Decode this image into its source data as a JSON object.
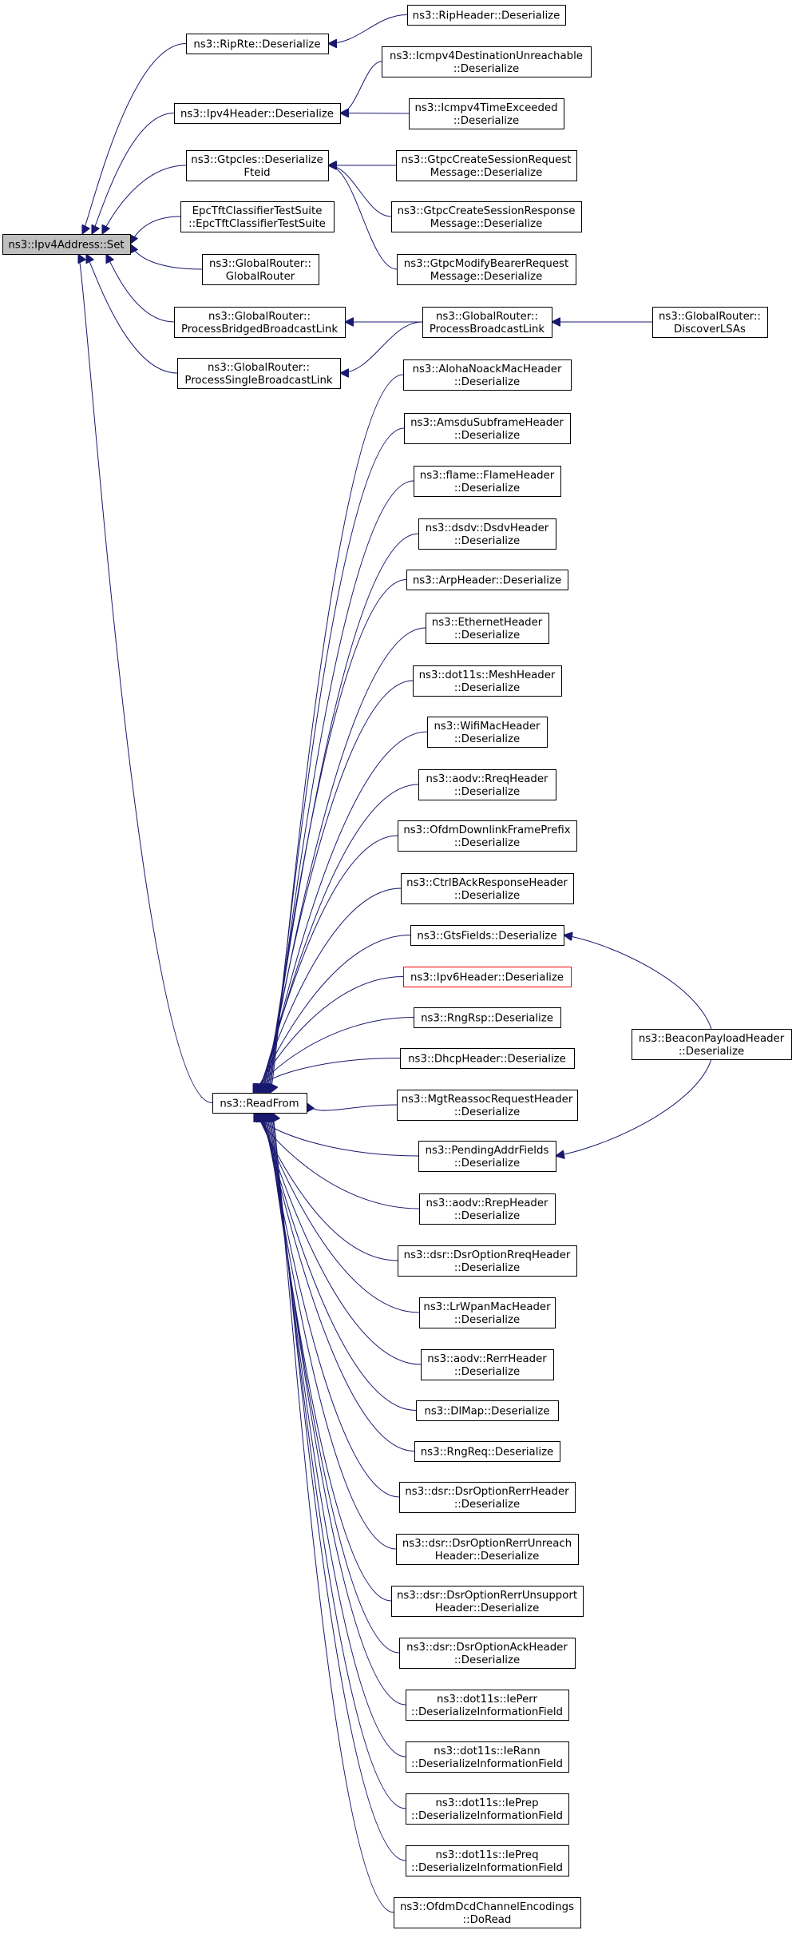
{
  "graph": {
    "title": "",
    "edge_color": "#191970",
    "nodes": {
      "set": [
        "ns3::Ipv4Address::Set"
      ],
      "riprte": [
        "ns3::RipRte::Deserialize"
      ],
      "ripheader": [
        "ns3::RipHeader::Deserialize"
      ],
      "ipv4header": [
        "ns3::Ipv4Header::Deserialize"
      ],
      "icmpdest": [
        "ns3::Icmpv4DestinationUnreachable",
        "::Deserialize"
      ],
      "icmptime": [
        "ns3::Icmpv4TimeExceeded",
        "::Deserialize"
      ],
      "gtpcies": [
        "ns3::GtpcIes::Deserialize",
        "Fteid"
      ],
      "gtpccreatereq": [
        "ns3::GtpcCreateSessionRequest",
        "Message::Deserialize"
      ],
      "gtpccreateresp": [
        "ns3::GtpcCreateSessionResponse",
        "Message::Deserialize"
      ],
      "gtpcmodify": [
        "ns3::GtpcModifyBearerRequest",
        "Message::Deserialize"
      ],
      "epctft": [
        "EpcTftClassifierTestSuite",
        "::EpcTftClassifierTestSuite"
      ],
      "grctor": [
        "ns3::GlobalRouter::",
        "GlobalRouter"
      ],
      "grbridged": [
        "ns3::GlobalRouter::",
        "ProcessBridgedBroadcastLink"
      ],
      "grsingle": [
        "ns3::GlobalRouter::",
        "ProcessSingleBroadcastLink"
      ],
      "grbroadcast": [
        "ns3::GlobalRouter::",
        "ProcessBroadcastLink"
      ],
      "grdiscover": [
        "ns3::GlobalRouter::",
        "DiscoverLSAs"
      ],
      "readfrom": [
        "ns3::ReadFrom"
      ],
      "aloha": [
        "ns3::AlohaNoackMacHeader",
        "::Deserialize"
      ],
      "amsdu": [
        "ns3::AmsduSubframeHeader",
        "::Deserialize"
      ],
      "flame": [
        "ns3::flame::FlameHeader",
        "::Deserialize"
      ],
      "dsdv": [
        "ns3::dsdv::DsdvHeader",
        "::Deserialize"
      ],
      "arp": [
        "ns3::ArpHeader::Deserialize"
      ],
      "ethernet": [
        "ns3::EthernetHeader",
        "::Deserialize"
      ],
      "mesh": [
        "ns3::dot11s::MeshHeader",
        "::Deserialize"
      ],
      "wifimac": [
        "ns3::WifiMacHeader",
        "::Deserialize"
      ],
      "rreq": [
        "ns3::aodv::RreqHeader",
        "::Deserialize"
      ],
      "ofdmdl": [
        "ns3::OfdmDownlinkFramePrefix",
        "::Deserialize"
      ],
      "ctrlback": [
        "ns3::CtrlBAckResponseHeader",
        "::Deserialize"
      ],
      "gts": [
        "ns3::GtsFields::Deserialize"
      ],
      "ipv6": [
        "ns3::Ipv6Header::Deserialize"
      ],
      "rngrsp": [
        "ns3::RngRsp::Deserialize"
      ],
      "dhcp": [
        "ns3::DhcpHeader::Deserialize"
      ],
      "mgtreassoc": [
        "ns3::MgtReassocRequestHeader",
        "::Deserialize"
      ],
      "pending": [
        "ns3::PendingAddrFields",
        "::Deserialize"
      ],
      "beacon": [
        "ns3::BeaconPayloadHeader",
        "::Deserialize"
      ],
      "rrep": [
        "ns3::aodv::RrepHeader",
        "::Deserialize"
      ],
      "dsrrreq": [
        "ns3::dsr::DsrOptionRreqHeader",
        "::Deserialize"
      ],
      "lrwpan": [
        "ns3::LrWpanMacHeader",
        "::Deserialize"
      ],
      "rerr": [
        "ns3::aodv::RerrHeader",
        "::Deserialize"
      ],
      "dlmap": [
        "ns3::DlMap::Deserialize"
      ],
      "rngreq": [
        "ns3::RngReq::Deserialize"
      ],
      "dsrrerr": [
        "ns3::dsr::DsrOptionRerrHeader",
        "::Deserialize"
      ],
      "dsrunreach": [
        "ns3::dsr::DsrOptionRerrUnreach",
        "Header::Deserialize"
      ],
      "dsrunsupport": [
        "ns3::dsr::DsrOptionRerrUnsupport",
        "Header::Deserialize"
      ],
      "dsrack": [
        "ns3::dsr::DsrOptionAckHeader",
        "::Deserialize"
      ],
      "ieperr": [
        "ns3::dot11s::IePerr",
        "::DeserializeInformationField"
      ],
      "ierann": [
        "ns3::dot11s::IeRann",
        "::DeserializeInformationField"
      ],
      "ieprep": [
        "ns3::dot11s::IePrep",
        "::DeserializeInformationField"
      ],
      "iepreq": [
        "ns3::dot11s::IePreq",
        "::DeserializeInformationField"
      ],
      "ofdmdcd": [
        "ns3::OfdmDcdChannelEncodings",
        "::DoRead"
      ]
    },
    "edges": [
      [
        "riprte",
        "set"
      ],
      [
        "ipv4header",
        "set"
      ],
      [
        "gtpcies",
        "set"
      ],
      [
        "epctft",
        "set"
      ],
      [
        "grctor",
        "set"
      ],
      [
        "grbridged",
        "set"
      ],
      [
        "grsingle",
        "set"
      ],
      [
        "readfrom",
        "set"
      ],
      [
        "ripheader",
        "riprte"
      ],
      [
        "icmpdest",
        "ipv4header"
      ],
      [
        "icmptime",
        "ipv4header"
      ],
      [
        "gtpccreatereq",
        "gtpcies"
      ],
      [
        "gtpccreateresp",
        "gtpcies"
      ],
      [
        "gtpcmodify",
        "gtpcies"
      ],
      [
        "grbroadcast",
        "grbridged"
      ],
      [
        "grbroadcast",
        "grsingle"
      ],
      [
        "grdiscover",
        "grbroadcast"
      ],
      [
        "aloha",
        "readfrom"
      ],
      [
        "amsdu",
        "readfrom"
      ],
      [
        "flame",
        "readfrom"
      ],
      [
        "dsdv",
        "readfrom"
      ],
      [
        "arp",
        "readfrom"
      ],
      [
        "ethernet",
        "readfrom"
      ],
      [
        "mesh",
        "readfrom"
      ],
      [
        "wifimac",
        "readfrom"
      ],
      [
        "rreq",
        "readfrom"
      ],
      [
        "ofdmdl",
        "readfrom"
      ],
      [
        "ctrlback",
        "readfrom"
      ],
      [
        "gts",
        "readfrom"
      ],
      [
        "ipv6",
        "readfrom"
      ],
      [
        "rngrsp",
        "readfrom"
      ],
      [
        "dhcp",
        "readfrom"
      ],
      [
        "mgtreassoc",
        "readfrom"
      ],
      [
        "pending",
        "readfrom"
      ],
      [
        "rrep",
        "readfrom"
      ],
      [
        "dsrrreq",
        "readfrom"
      ],
      [
        "lrwpan",
        "readfrom"
      ],
      [
        "rerr",
        "readfrom"
      ],
      [
        "dlmap",
        "readfrom"
      ],
      [
        "rngreq",
        "readfrom"
      ],
      [
        "dsrrerr",
        "readfrom"
      ],
      [
        "dsrunreach",
        "readfrom"
      ],
      [
        "dsrunsupport",
        "readfrom"
      ],
      [
        "dsrack",
        "readfrom"
      ],
      [
        "ieperr",
        "readfrom"
      ],
      [
        "ierann",
        "readfrom"
      ],
      [
        "ieprep",
        "readfrom"
      ],
      [
        "iepreq",
        "readfrom"
      ],
      [
        "ofdmdcd",
        "readfrom"
      ],
      [
        "beacon",
        "gts"
      ],
      [
        "beacon",
        "pending"
      ]
    ]
  }
}
